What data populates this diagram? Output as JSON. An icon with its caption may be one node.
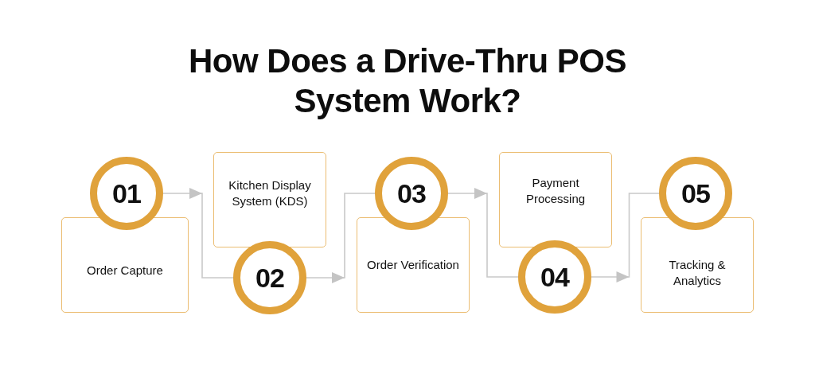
{
  "diagram": {
    "title": "How Does a Drive-Thru POS System Work?",
    "nodes": [
      {
        "text": [
          "01"
        ]
      },
      {
        "text": [
          "Order Capture"
        ]
      },
      {
        "text": [
          "02"
        ]
      },
      {
        "text": [
          "Kitchen Display System (KDS)"
        ]
      },
      {
        "text": [
          "03"
        ]
      },
      {
        "text": [
          "Order Verification"
        ]
      },
      {
        "text": [
          "04"
        ]
      },
      {
        "text": [
          "Payment Processing"
        ]
      },
      {
        "text": [
          "05"
        ]
      },
      {
        "text": [
          "Tracking & Analytics"
        ]
      }
    ],
    "edges": [
      {
        "from": 0,
        "to": 2,
        "arrow": "to"
      },
      {
        "from": 2,
        "to": 4,
        "arrow": "to"
      },
      {
        "from": 4,
        "to": 6,
        "arrow": "to"
      },
      {
        "from": 6,
        "to": 8,
        "arrow": "to"
      }
    ]
  }
}
